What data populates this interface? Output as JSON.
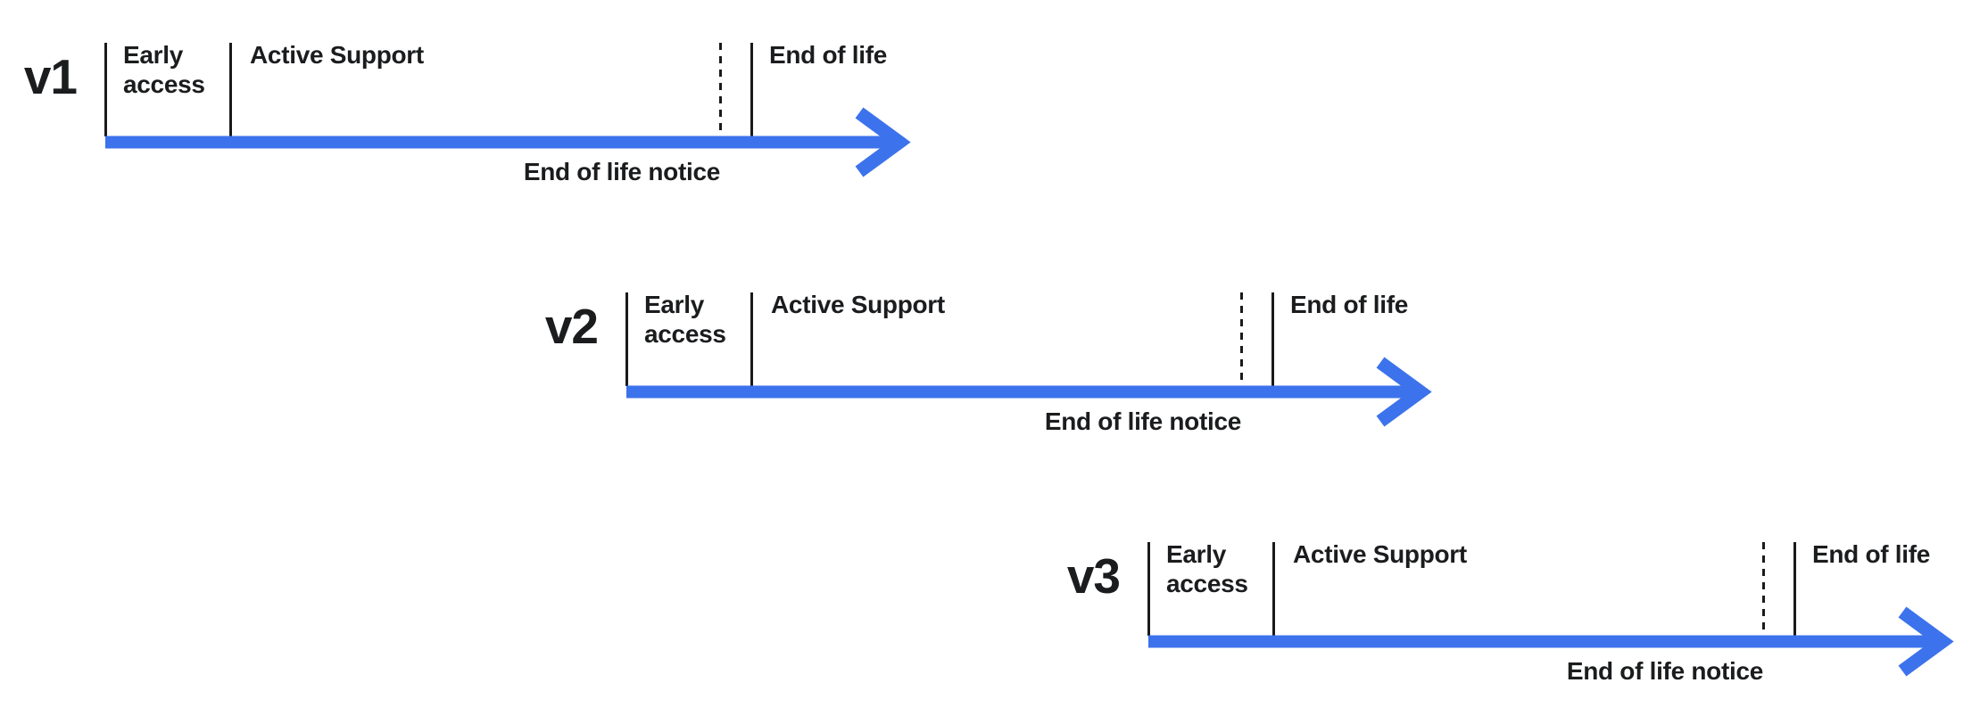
{
  "colors": {
    "arrow_blue": "#3C72EC",
    "ink": "#1B1C1E",
    "tick": "#1A1A1A",
    "background": "#FFFFFF"
  },
  "timelines": [
    {
      "version_label": "v1",
      "phases": {
        "early_access": "Early\naccess",
        "active_support": "Active Support",
        "end_of_life": "End of life"
      },
      "notice_label": "End of life notice"
    },
    {
      "version_label": "v2",
      "phases": {
        "early_access": "Early\naccess",
        "active_support": "Active Support",
        "end_of_life": "End of life"
      },
      "notice_label": "End of life notice"
    },
    {
      "version_label": "v3",
      "phases": {
        "early_access": "Early\naccess",
        "active_support": "Active Support",
        "end_of_life": "End of life"
      },
      "notice_label": "End of life notice"
    }
  ]
}
